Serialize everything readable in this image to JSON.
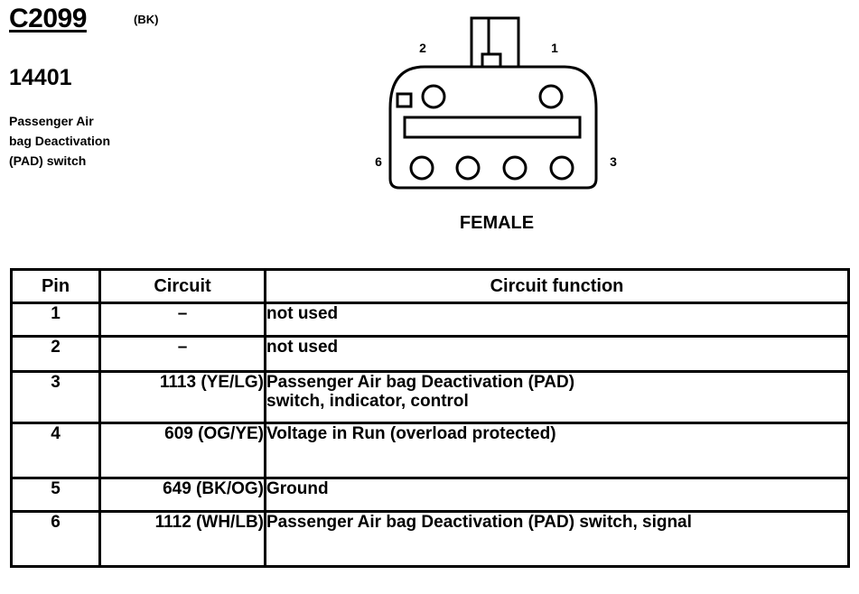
{
  "connector": {
    "id": "C2099",
    "color_code": "(BK)",
    "component_number": "14401",
    "description_lines": [
      "Passenger Air",
      "bag Deactivation",
      "(PAD) switch"
    ],
    "gender": "FEMALE",
    "pin_callouts": {
      "top_left": "2",
      "top_right": "1",
      "bottom_left": "6",
      "bottom_right": "3"
    }
  },
  "table": {
    "headers": {
      "pin": "Pin",
      "circuit": "Circuit",
      "function": "Circuit function"
    },
    "rows": [
      {
        "pin": "1",
        "circuit": "–",
        "function_lines": [
          "not used"
        ]
      },
      {
        "pin": "2",
        "circuit": "–",
        "function_lines": [
          "not used"
        ]
      },
      {
        "pin": "3",
        "circuit": "1113 (YE/LG)",
        "function_lines": [
          "Passenger Air bag Deactivation (PAD)",
          "switch, indicator, control"
        ]
      },
      {
        "pin": "4",
        "circuit": "609 (OG/YE)",
        "function_lines": [
          "Voltage in Run (overload protected)"
        ]
      },
      {
        "pin": "5",
        "circuit": "649 (BK/OG)",
        "function_lines": [
          "Ground"
        ]
      },
      {
        "pin": "6",
        "circuit": "1112 (WH/LB)",
        "function_lines": [
          "Passenger Air bag Deactivation (PAD) switch, signal"
        ]
      }
    ]
  }
}
